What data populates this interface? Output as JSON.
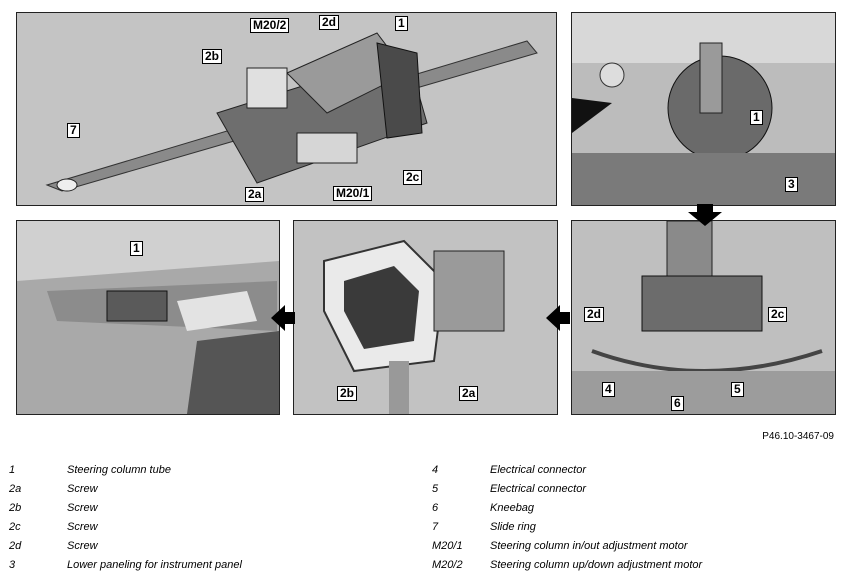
{
  "reference_code": "P46.10-3467-09",
  "callouts": {
    "p1": [
      "M20/2",
      "2d",
      "1",
      "2b",
      "7",
      "2c",
      "2a",
      "M20/1"
    ],
    "p2": [
      "1",
      "3"
    ],
    "p3": [
      "1"
    ],
    "p4": [
      "2b",
      "2a"
    ],
    "p5": [
      "2d",
      "2c",
      "4",
      "5",
      "6"
    ]
  },
  "legend_left": [
    {
      "code": "1",
      "desc": "Steering column tube"
    },
    {
      "code": "2a",
      "desc": "Screw"
    },
    {
      "code": "2b",
      "desc": "Screw"
    },
    {
      "code": "2c",
      "desc": "Screw"
    },
    {
      "code": "2d",
      "desc": "Screw"
    },
    {
      "code": "3",
      "desc": "Lower paneling for instrument panel"
    }
  ],
  "legend_right": [
    {
      "code": "4",
      "desc": "Electrical connector"
    },
    {
      "code": "5",
      "desc": "Electrical connector"
    },
    {
      "code": "6",
      "desc": "Kneebag"
    },
    {
      "code": "7",
      "desc": "Slide ring"
    },
    {
      "code": "M20/1",
      "desc": "Steering column in/out adjustment motor"
    },
    {
      "code": "M20/2",
      "desc": "Steering column up/down adjustment motor"
    }
  ]
}
